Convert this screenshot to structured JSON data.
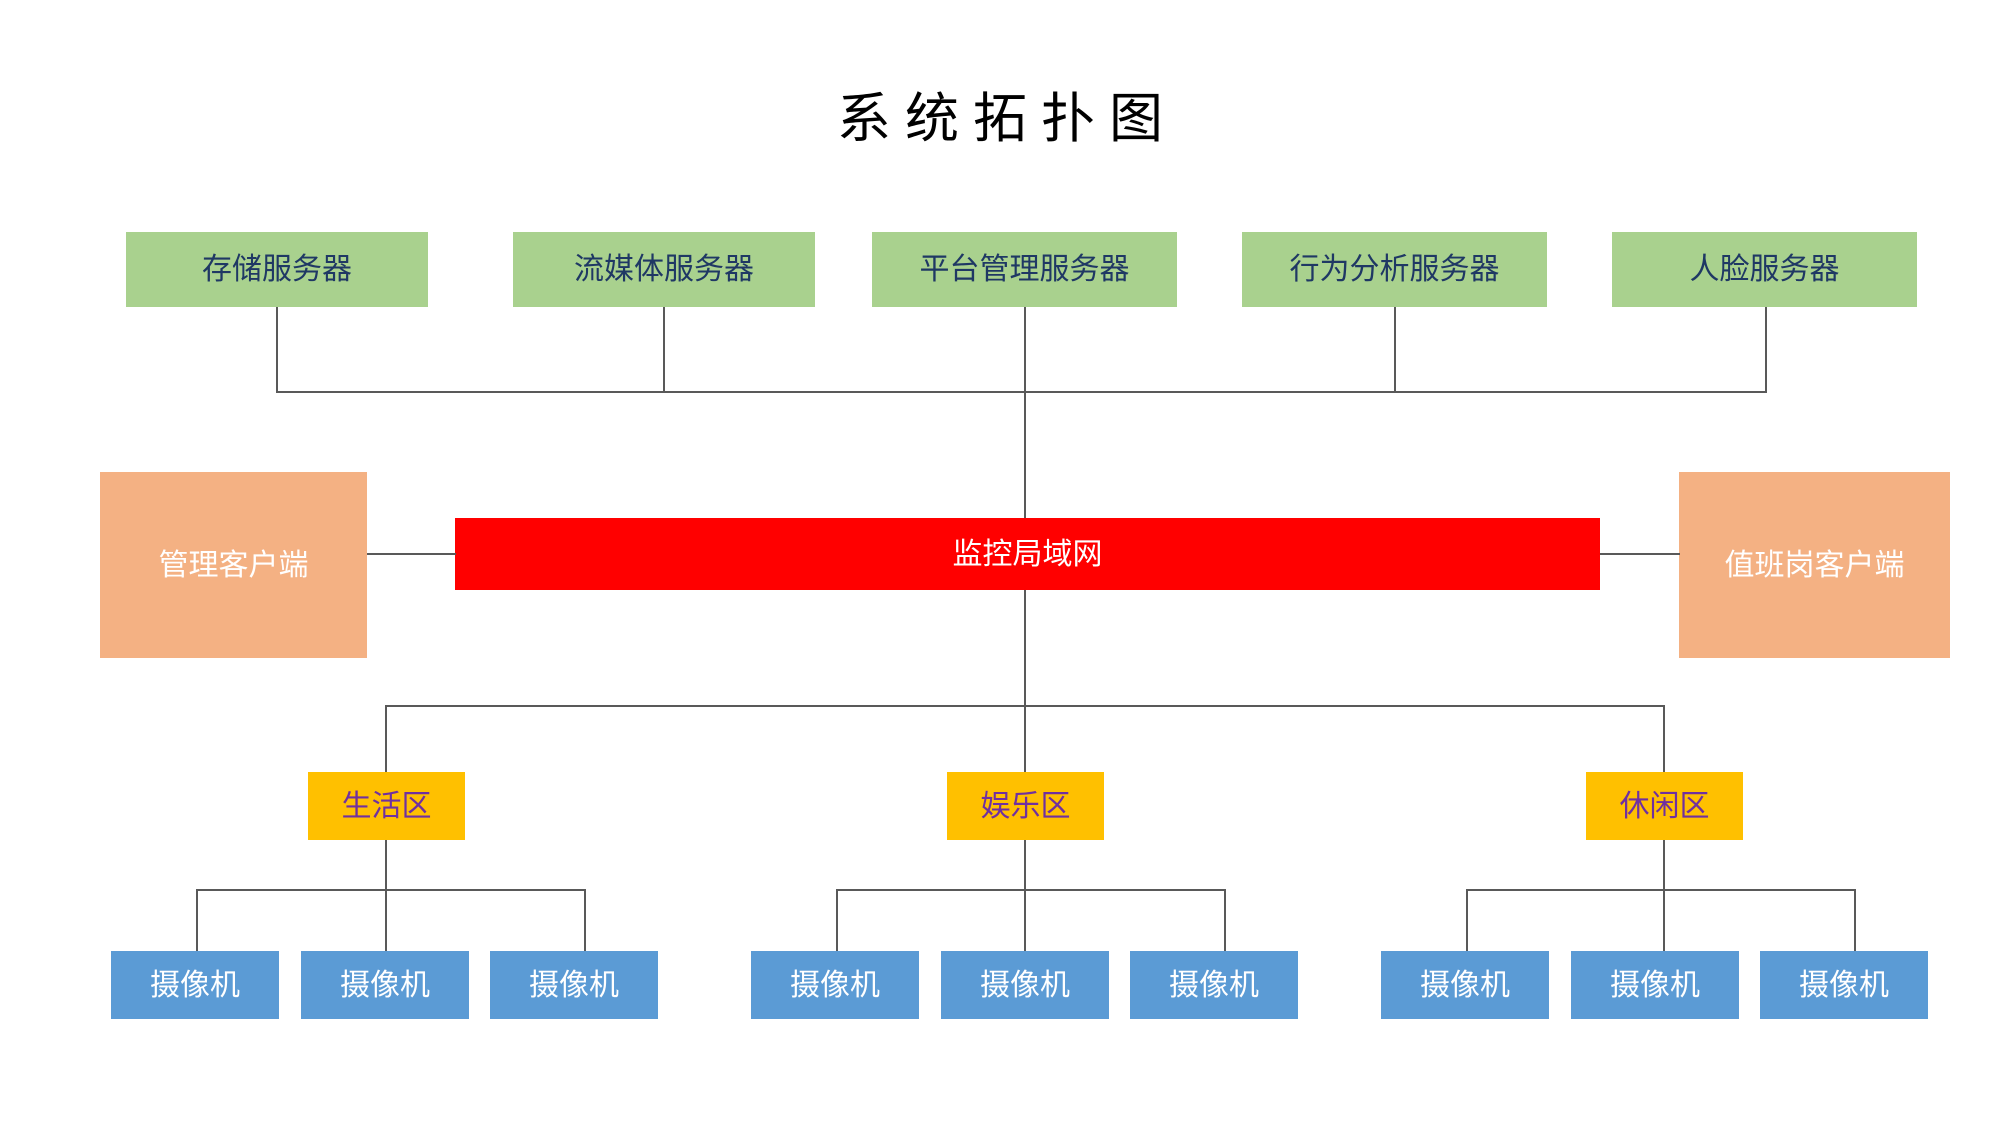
{
  "title": "系统拓扑图",
  "colors": {
    "server_fill": "#A9D18E",
    "server_text": "#1F3864",
    "lan_fill": "#FF0000",
    "lan_text": "#FFFFFF",
    "client_fill": "#F4B183",
    "client_text": "#FFFFFF",
    "zone_fill": "#FFC000",
    "zone_text": "#7030A0",
    "camera_fill": "#5B9BD5",
    "camera_text": "#FFFFFF",
    "line": "#595959",
    "background": "#FFFFFF"
  },
  "servers": [
    {
      "label": "存储服务器"
    },
    {
      "label": "流媒体服务器"
    },
    {
      "label": "平台管理服务器"
    },
    {
      "label": "行为分析服务器"
    },
    {
      "label": "人脸服务器"
    }
  ],
  "network": {
    "label": "监控局域网"
  },
  "clients": {
    "left": {
      "label": "管理客户端"
    },
    "right": {
      "label": "值班岗客户端"
    }
  },
  "zones": [
    {
      "label": "生活区",
      "cameras": [
        {
          "label": "摄像机"
        },
        {
          "label": "摄像机"
        },
        {
          "label": "摄像机"
        }
      ]
    },
    {
      "label": "娱乐区",
      "cameras": [
        {
          "label": "摄像机"
        },
        {
          "label": "摄像机"
        },
        {
          "label": "摄像机"
        }
      ]
    },
    {
      "label": "休闲区",
      "cameras": [
        {
          "label": "摄像机"
        },
        {
          "label": "摄像机"
        },
        {
          "label": "摄像机"
        }
      ]
    }
  ]
}
